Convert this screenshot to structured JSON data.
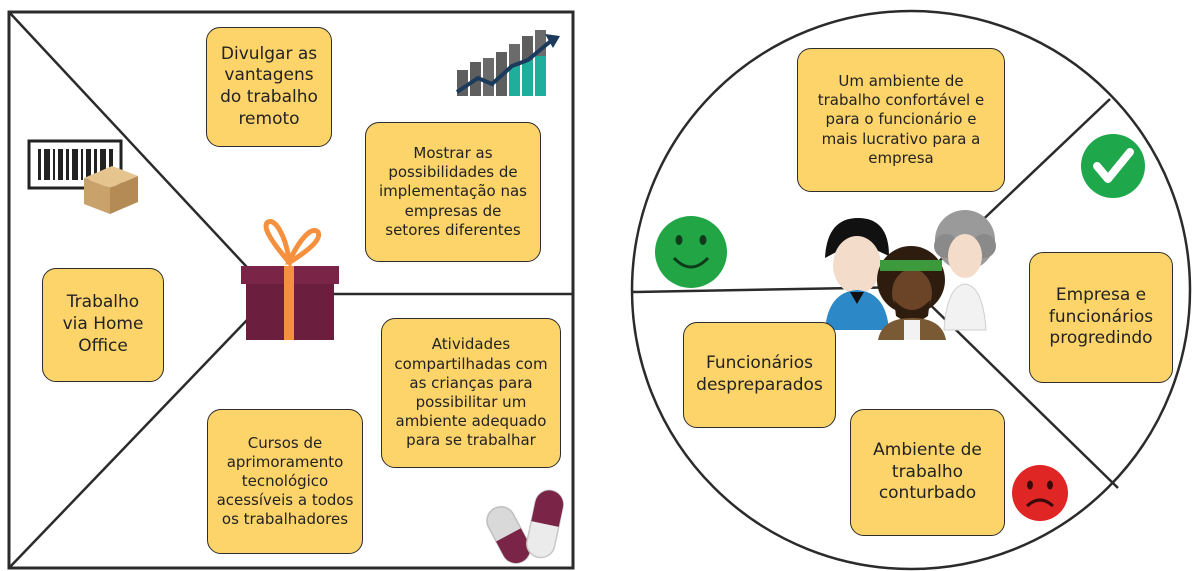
{
  "value_proposition_canvas": {
    "left_panel": {
      "divulgar": "Divulgar as\nvantagens\ndo trabalho\nremoto",
      "mostrar": "Mostrar as\npossibilidades de\nimplementação nas\nempresas de\nsetores diferentes",
      "trabalho_home_office": "Trabalho\nvia Home\nOffice",
      "atividades": "Atividades\ncompartilhadas com\nas crianças para\npossibilitar um\nambiente adequado\npara se trabalhar",
      "cursos": "Cursos de\naprimoramento\ntecnológico\nacessíveis a todos\nos trabalhadores"
    },
    "right_panel": {
      "ambiente_confortavel": "Um ambiente de\ntrabalho confortável e\npara o funcionário e\nmais lucrativo para a\nempresa",
      "empresa_funcionarios": "Empresa e\nfuncionários\nprogredindo",
      "funcionarios_despreparados": "Funcionários\ndespreparados",
      "ambiente_conturbado": "Ambiente de\ntrabalho\nconturbado"
    }
  },
  "colors": {
    "note_fill": "#fdd46a",
    "gift": "#7a2448",
    "ribbon": "#f5913e",
    "pill": "#7a2448",
    "smile_green": "#22a645",
    "sad_red": "#e02525",
    "check_green": "#1ea84b",
    "chart_teal": "#1fae9c"
  },
  "icons": [
    "growth-chart-icon",
    "barcode-box-icon",
    "gift-icon",
    "pills-icon",
    "happy-face-icon",
    "check-icon",
    "people-icon",
    "sad-face-icon"
  ]
}
